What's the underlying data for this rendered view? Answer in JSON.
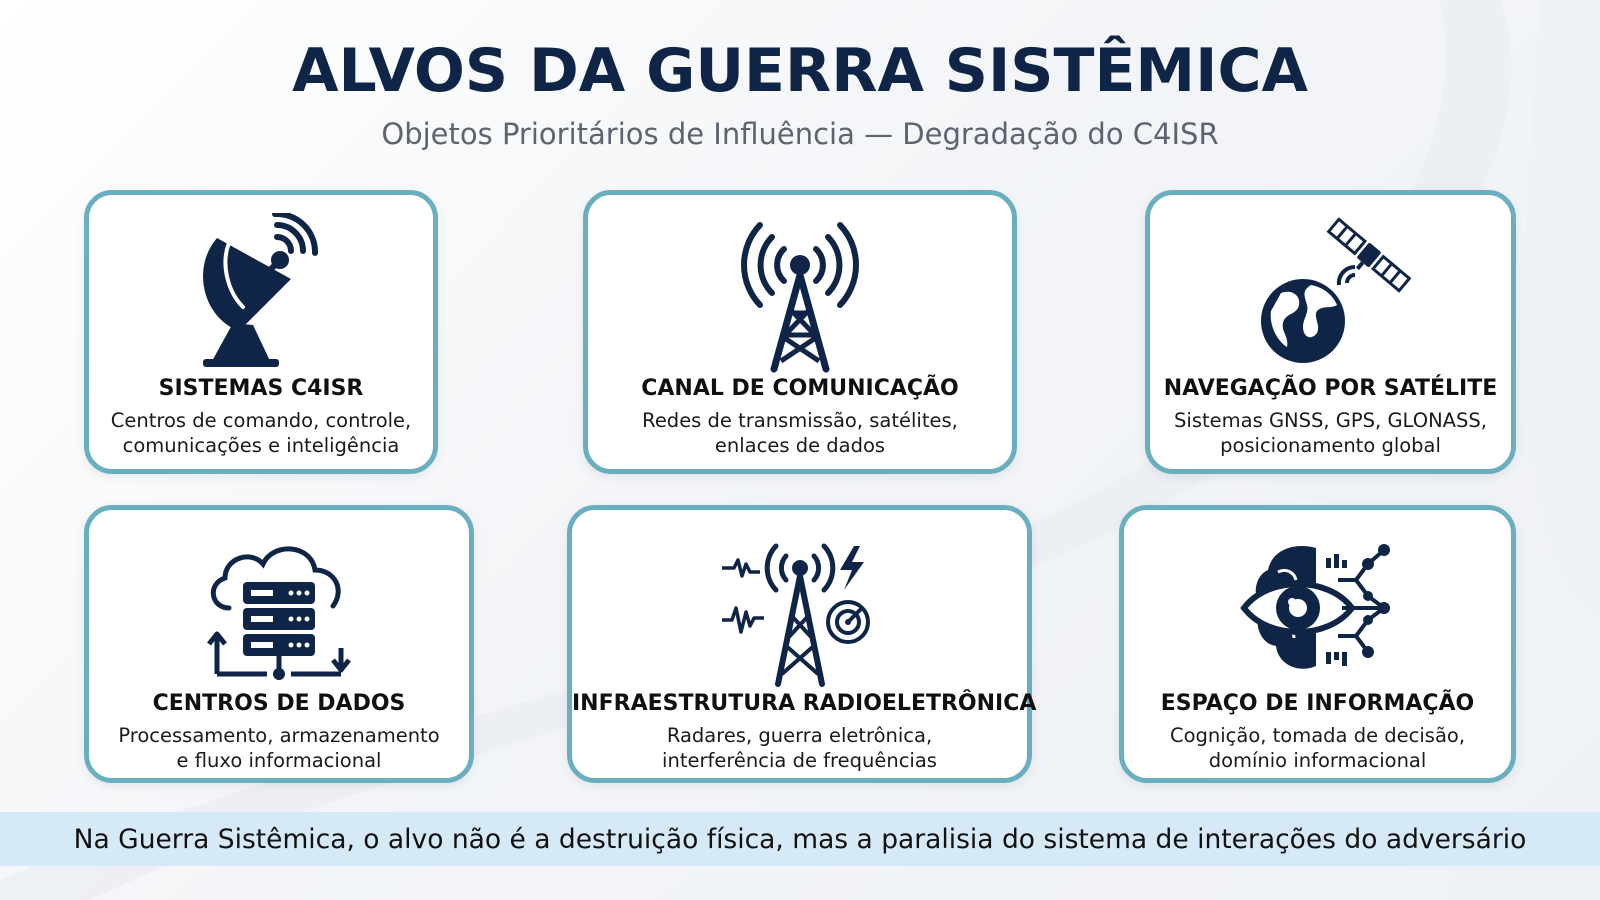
{
  "header": {
    "title": "ALVOS DA GUERRA SISTÊMICA",
    "subtitle": "Objetos Prioritários de Influência — Degradação do C4ISR"
  },
  "cards": [
    {
      "title": "SISTEMAS C4ISR",
      "desc1": "Centros de comando, controle,",
      "desc2": "comunicações e inteligência",
      "icon": "satellite-dish-icon"
    },
    {
      "title": "CANAL DE COMUNICAÇÃO",
      "desc1": "Redes de transmissão, satélites,",
      "desc2": "enlaces de dados",
      "icon": "radio-tower-icon"
    },
    {
      "title": "NAVEGAÇÃO POR SATÉLITE",
      "desc1": "Sistemas GNSS, GPS, GLONASS,",
      "desc2": "posicionamento global",
      "icon": "globe-satellite-icon"
    },
    {
      "title": "CENTROS DE DADOS",
      "desc1": "Processamento, armazenamento",
      "desc2": "e fluxo informacional",
      "icon": "cloud-server-icon"
    },
    {
      "title": "INFRAESTRUTURA RADIOELETRÔNICA",
      "desc1": "Radares, guerra eletrônica,",
      "desc2": "interferência de frequências",
      "icon": "radio-radar-icon"
    },
    {
      "title": "ESPAÇO DE INFORMAÇÃO",
      "desc1": "Cognição, tomada de decisão,",
      "desc2": "domínio informacional",
      "icon": "brain-eye-network-icon"
    }
  ],
  "footer": {
    "text": "Na Guerra Sistêmica, o alvo não é a destruição física, mas a paralisia do sistema de interações do adversário"
  },
  "colors": {
    "navy": "#0f2547",
    "card_border": "#6aafbf",
    "footer_bg": "#d6e9f6"
  }
}
